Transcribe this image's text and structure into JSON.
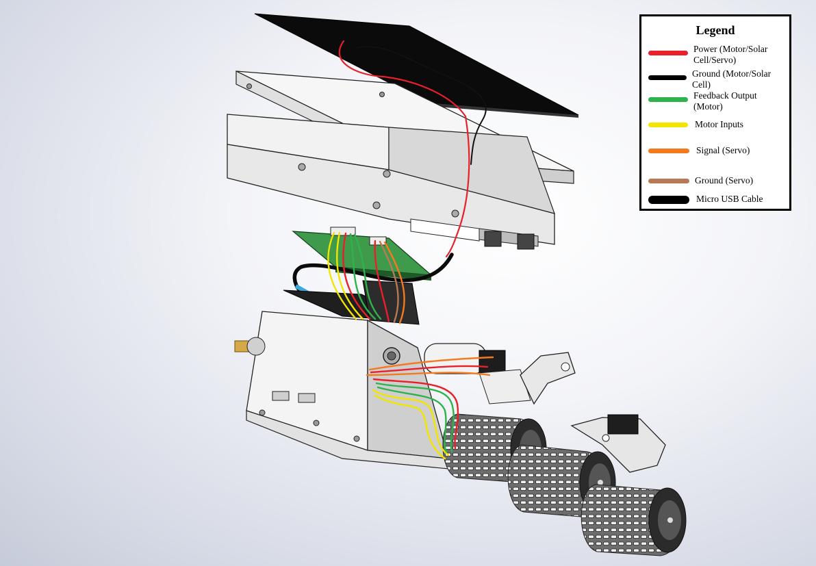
{
  "legend": {
    "title": "Legend",
    "items": [
      {
        "label": "Power (Motor/Solar Cell/Servo)",
        "color": "#e8202a"
      },
      {
        "label": "Ground (Motor/Solar Cell)",
        "color": "#000000"
      },
      {
        "label": "Feedback Output (Motor)",
        "color": "#2eb24a"
      },
      {
        "label": "Motor Inputs",
        "color": "#f2e600"
      },
      {
        "label": "Signal (Servo)",
        "color": "#f47a20"
      },
      {
        "label": "Ground (Servo)",
        "color": "#b87a55"
      },
      {
        "label": "Micro USB Cable",
        "color": "#000000"
      }
    ]
  }
}
